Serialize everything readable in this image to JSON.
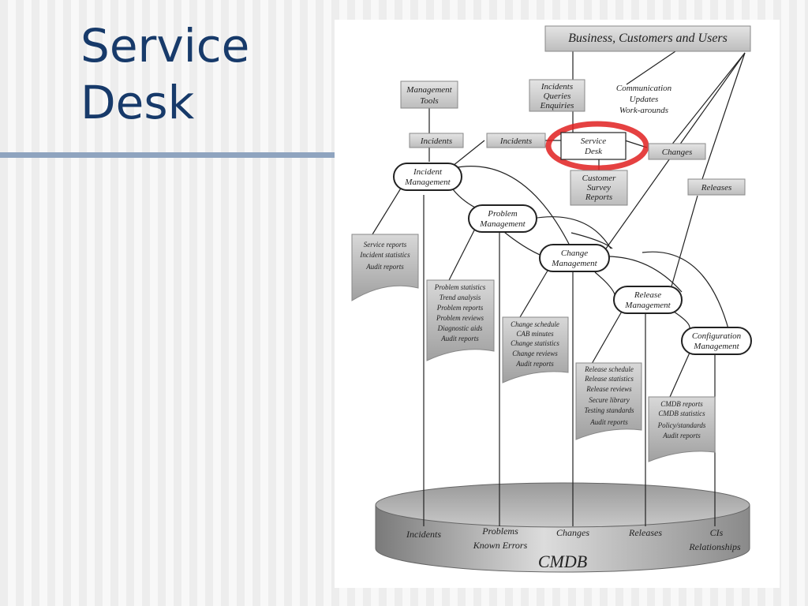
{
  "slide": {
    "title_line1": "Service",
    "title_line2": "Desk"
  },
  "diagram": {
    "top_box": "Business, Customers and Users",
    "management_tools": [
      "Management",
      "Tools"
    ],
    "incidents_queries": [
      "Incidents",
      "Queries",
      "Enquiries"
    ],
    "communication": [
      "Communication",
      "Updates",
      "Work-arounds"
    ],
    "incidents_label_1": "Incidents",
    "incidents_label_2": "Incidents",
    "service_desk": [
      "Service",
      "Desk"
    ],
    "changes_label": "Changes",
    "releases_label": "Releases",
    "customer_reports": [
      "Customer",
      "Survey",
      "Reports"
    ],
    "incident_mgmt": [
      "Incident",
      "Management"
    ],
    "problem_mgmt": [
      "Problem",
      "Management"
    ],
    "change_mgmt": [
      "Change",
      "Management"
    ],
    "release_mgmt": [
      "Release",
      "Management"
    ],
    "config_mgmt": [
      "Configuration",
      "Management"
    ],
    "doc_service": [
      "Service reports",
      "Incident statistics",
      "Audit reports"
    ],
    "doc_problem": [
      "Problem statistics",
      "Trend analysis",
      "Problem reports",
      "Problem reviews",
      "Diagnostic aids",
      "Audit reports"
    ],
    "doc_change": [
      "Change schedule",
      "CAB minutes",
      "Change statistics",
      "Change reviews",
      "Audit reports"
    ],
    "doc_release": [
      "Release schedule",
      "Release statistics",
      "Release reviews",
      "Secure library",
      "Testing standards",
      "Audit reports"
    ],
    "doc_cmdb": [
      "CMDB reports",
      "CMDB statistics",
      "Policy/standards",
      "Audit reports"
    ],
    "cmdb_labels": {
      "incidents": "Incidents",
      "problems": "Problems",
      "known_errors": "Known Errors",
      "changes": "Changes",
      "releases": "Releases",
      "cis": "CIs",
      "relationships": "Relationships"
    },
    "cmdb_title": "CMDB",
    "highlight_color": "#e02020"
  }
}
